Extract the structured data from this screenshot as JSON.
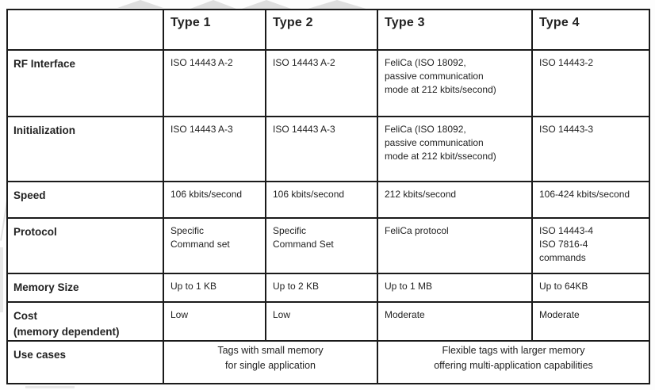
{
  "style_tokens": {
    "border_color": "#1a1a1a",
    "text_color": "#222222",
    "watermark_color": "#dedede",
    "cell_background": "#ffffff"
  },
  "table": {
    "corner_label": "",
    "columns": [
      "Type 1",
      "Type 2",
      "Type 3",
      "Type 4"
    ],
    "rows": [
      {
        "label": "RF Interface",
        "cells": [
          "ISO 14443 A-2",
          "ISO 14443 A-2",
          "FeliCa (ISO 18092,\npassive communication\nmode at 212 kbits/second)",
          "ISO 14443-2"
        ]
      },
      {
        "label": "Initialization",
        "cells": [
          "ISO 14443 A-3",
          "ISO 14443 A-3",
          "FeliCa (ISO 18092,\npassive communication\nmode at 212 kbit/ssecond)",
          "ISO 14443-3"
        ]
      },
      {
        "label": "Speed",
        "cells": [
          "106 kbits/second",
          "106 kbits/second",
          "212 kbits/second",
          "106-424 kbits/second"
        ]
      },
      {
        "label": "Protocol",
        "cells": [
          "Specific\nCommand set",
          "Specific\nCommand Set",
          "FeliCa protocol",
          "ISO 14443-4\nISO 7816-4\ncommands"
        ]
      },
      {
        "label": "Memory Size",
        "cells": [
          "Up to 1 KB",
          "Up to 2 KB",
          "Up to 1 MB",
          "Up to 64KB"
        ]
      },
      {
        "label": "Cost\n(memory dependent)",
        "cells": [
          "Low",
          "Low",
          "Moderate",
          "Moderate"
        ]
      },
      {
        "label": "Use cases",
        "merged": [
          "Tags with small memory\nfor single application",
          "Flexible tags with larger memory\noffering multi-application capabilities"
        ]
      }
    ]
  }
}
